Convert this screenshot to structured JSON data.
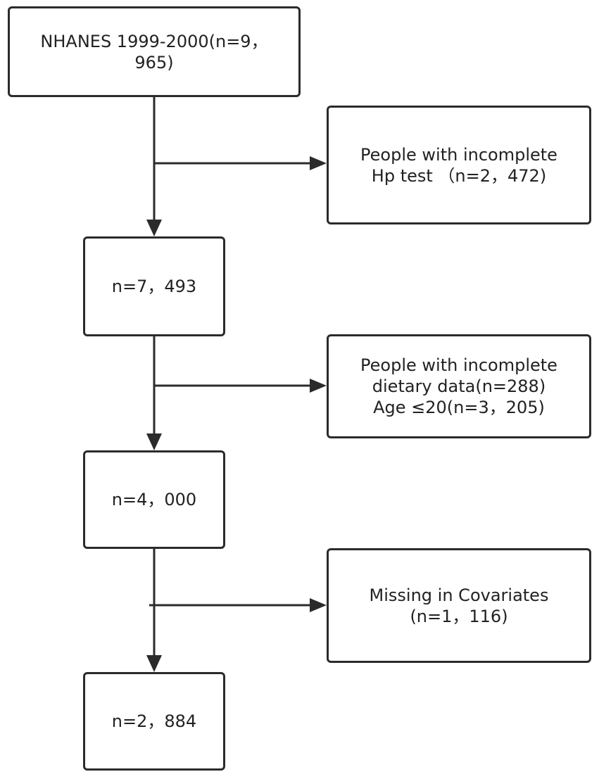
{
  "boxes": {
    "start": {
      "lines": [
        "NHANES 1999-2000(n=9，",
        "965)"
      ]
    },
    "exclude_hp": {
      "lines": [
        "People with incomplete",
        "Hp test （n=2，472)"
      ]
    },
    "after_hp": {
      "lines": [
        "n=7，493"
      ]
    },
    "exclude_diet": {
      "lines": [
        "People with incomplete",
        "dietary data(n=288)",
        "Age ≤20(n=3，205)"
      ]
    },
    "after_diet": {
      "lines": [
        "n=4，000"
      ]
    },
    "exclude_cov": {
      "lines": [
        "Missing in Covariates",
        "(n=1，116)"
      ]
    },
    "final": {
      "lines": [
        "n=2，884"
      ]
    }
  },
  "colors": {
    "stroke": "#2b2b2b",
    "text": "#222222"
  }
}
